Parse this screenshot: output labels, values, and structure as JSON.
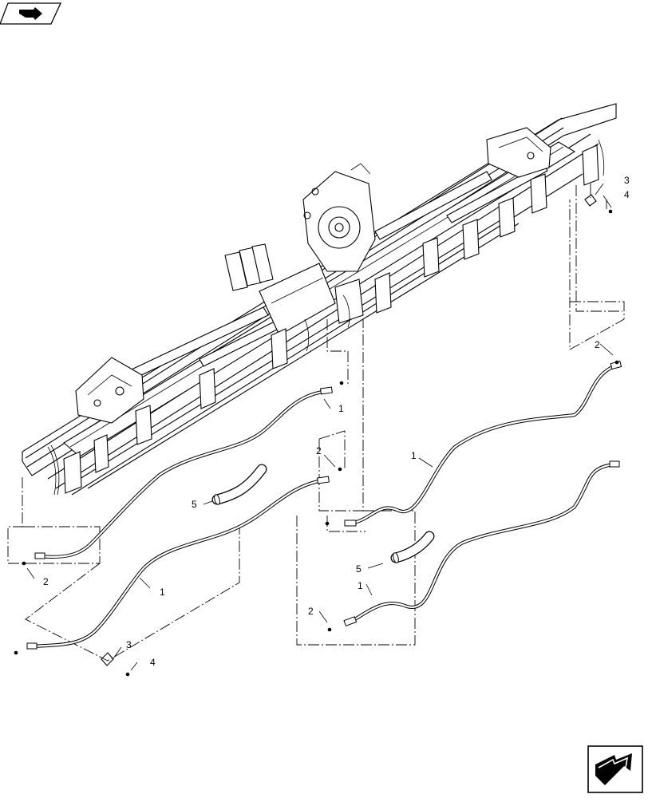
{
  "diagram": {
    "callouts": {
      "hose_1a": "1",
      "hose_1b": "1",
      "hose_1c": "1",
      "hose_1d": "1",
      "fitting_2a": "2",
      "fitting_2b": "2",
      "fitting_2c": "2",
      "fitting_2d": "2",
      "clip_3a": "3",
      "clip_3b": "3",
      "nut_4a": "4",
      "nut_4b": "4",
      "sleeve_5a": "5",
      "sleeve_5b": "5"
    },
    "icons": {
      "top_left": "previous-page-arrow-icon",
      "bottom_right": "next-page-arrow-icon"
    }
  }
}
